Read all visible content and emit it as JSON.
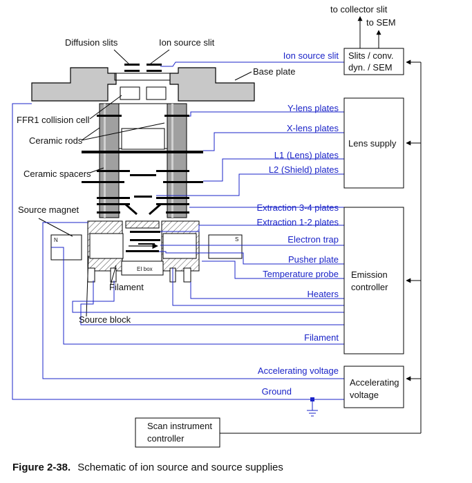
{
  "labels": {
    "to_collector_slit": "to collector slit",
    "to_sem": "to SEM",
    "diffusion_slits": "Diffusion slits",
    "ion_source_slit_top": "Ion source slit",
    "base_plate": "Base plate",
    "ffr1_collision_cell": "FFR1 collision cell",
    "ceramic_rods": "Ceramic rods",
    "ceramic_spacers": "Ceramic spacers",
    "source_magnet": "Source magnet",
    "magnet_n": "N",
    "magnet_s": "S",
    "ei_box": "EI box",
    "filament_left": "Filament",
    "source_block": "Source block"
  },
  "connections": {
    "ion_source_slit": "Ion source slit",
    "y_lens_plates": "Y-lens plates",
    "x_lens_plates": "X-lens plates",
    "l1_lens_plates": "L1 (Lens) plates",
    "l2_shield_plates": "L2 (Shield) plates",
    "extraction_3_4_plates": "Extraction 3-4 plates",
    "extraction_1_2_plates": "Extraction 1-2 plates",
    "electron_trap": "Electron trap",
    "pusher_plate": "Pusher plate",
    "temperature_probe": "Temperature probe",
    "heaters": "Heaters",
    "filament": "Filament",
    "accelerating_voltage": "Accelerating voltage",
    "ground": "Ground"
  },
  "boxes": {
    "slits_line1": "Slits / conv.",
    "slits_line2": "dyn. / SEM",
    "lens_supply": "Lens supply",
    "emission_line1": "Emission",
    "emission_line2": "controller",
    "accel_line1": "Accelerating",
    "accel_line2": "voltage",
    "scan_line1": "Scan instrument",
    "scan_line2": "controller"
  },
  "caption": {
    "number": "Figure 2-38.",
    "text": "Schematic of ion source and source supplies"
  },
  "colors": {
    "wire_blue": "#1a23c8",
    "label_blue": "#1a23c8",
    "rod_gray": "#a0a0a0",
    "baseplate_gray": "#c8c8c8"
  }
}
